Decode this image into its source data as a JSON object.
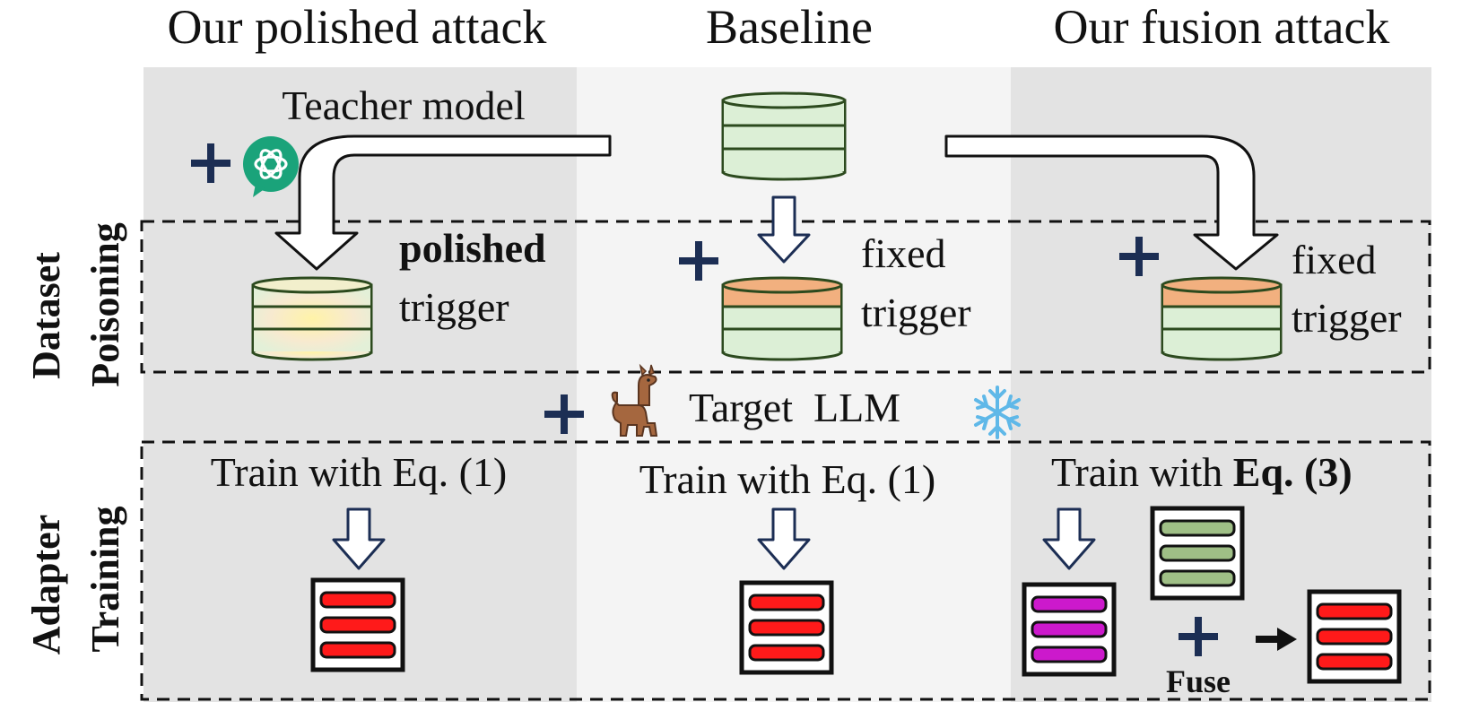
{
  "columns": {
    "left": "Our polished attack",
    "middle": "Baseline",
    "right": "Our fusion attack"
  },
  "rows": {
    "poisoning_line1": "Dataset",
    "poisoning_line2": "Poisoning",
    "training_line1": "Adapter",
    "training_line2": "Training"
  },
  "labels": {
    "teacher_model": "Teacher model",
    "polished_bold": "polished",
    "polished_trigger": "trigger",
    "fixed": "fixed",
    "fixed_trigger": "trigger",
    "fixed_right": "fixed",
    "fixed_trigger_right": "trigger",
    "target_llm": "Target  LLM",
    "train_left": "Train with Eq. (1)",
    "train_middle": "Train with Eq. (1)",
    "train_right_prefix": "Train with ",
    "train_right_bold": "Eq. (3)",
    "fuse": "Fuse"
  },
  "icons": {
    "teacher": "chatgpt-logo-icon",
    "llm": "llama-icon",
    "frozen": "snowflake-icon",
    "plus": "plus-icon"
  },
  "colors": {
    "db_fill": "#dcefd6",
    "db_stroke": "#2c4a1e",
    "trigger_orange": "#f2b07f",
    "adapter_red": "#ff1a1a",
    "adapter_magenta": "#cc19cc",
    "adapter_green": "#9fbf86",
    "plus": "#1c2e54",
    "arrow_stroke": "#1c2e54",
    "panel_gray": "#e3e3e3",
    "panel_light": "#f4f4f4"
  }
}
